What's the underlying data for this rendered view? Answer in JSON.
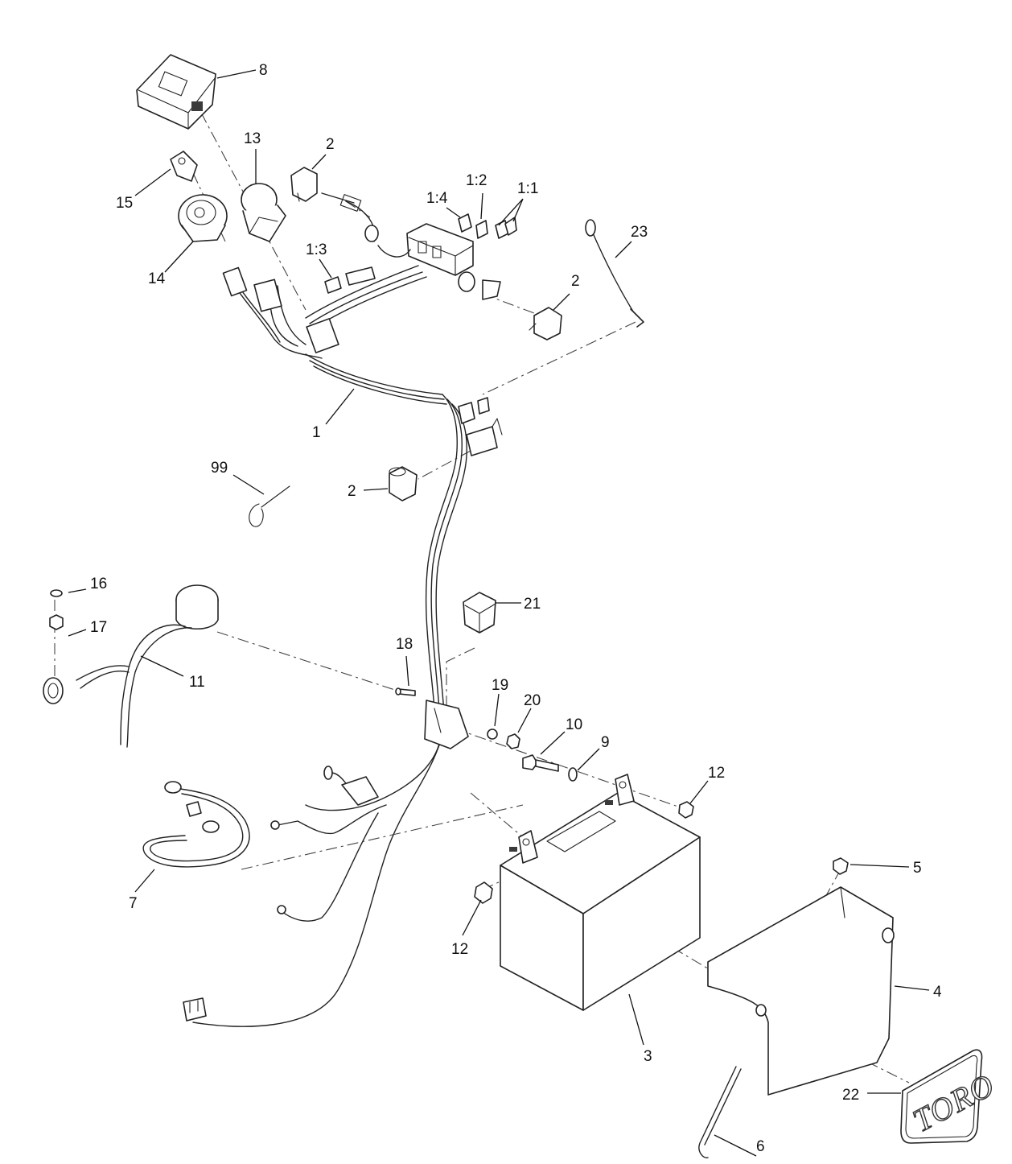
{
  "diagram": {
    "callouts": [
      {
        "id": "c8",
        "text": "8"
      },
      {
        "id": "c13",
        "text": "13"
      },
      {
        "id": "c2a",
        "text": "2"
      },
      {
        "id": "c15",
        "text": "15"
      },
      {
        "id": "c14",
        "text": "14"
      },
      {
        "id": "c1-4",
        "text": "1:4"
      },
      {
        "id": "c1-2",
        "text": "1:2"
      },
      {
        "id": "c1-1",
        "text": "1:1"
      },
      {
        "id": "c1-3",
        "text": "1:3"
      },
      {
        "id": "c23",
        "text": "23"
      },
      {
        "id": "c2b",
        "text": "2"
      },
      {
        "id": "c1",
        "text": "1"
      },
      {
        "id": "c99",
        "text": "99"
      },
      {
        "id": "c2c",
        "text": "2"
      },
      {
        "id": "c16",
        "text": "16"
      },
      {
        "id": "c17",
        "text": "17"
      },
      {
        "id": "c11",
        "text": "11"
      },
      {
        "id": "c21",
        "text": "21"
      },
      {
        "id": "c18",
        "text": "18"
      },
      {
        "id": "c19",
        "text": "19"
      },
      {
        "id": "c20",
        "text": "20"
      },
      {
        "id": "c10",
        "text": "10"
      },
      {
        "id": "c9",
        "text": "9"
      },
      {
        "id": "c12a",
        "text": "12"
      },
      {
        "id": "c7",
        "text": "7"
      },
      {
        "id": "c5",
        "text": "5"
      },
      {
        "id": "c12b",
        "text": "12"
      },
      {
        "id": "c4",
        "text": "4"
      },
      {
        "id": "c3",
        "text": "3"
      },
      {
        "id": "c22",
        "text": "22"
      },
      {
        "id": "c6",
        "text": "6"
      }
    ],
    "logo_text": "TORO"
  }
}
